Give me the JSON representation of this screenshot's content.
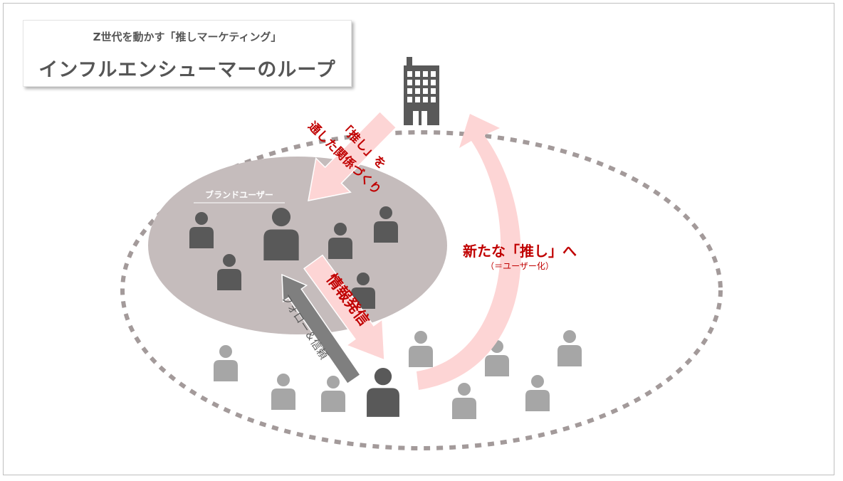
{
  "title": {
    "subtitle": "Z世代を動かす「推しマーケティング」",
    "main": "インフルエンシューマーのループ"
  },
  "labels": {
    "brand_users": "ブランドユーザー",
    "relationship_line1": "「推し」を",
    "relationship_line2": "通した関係づくり",
    "broadcast": "情報発信",
    "follow_trust": "フォロー＆信頼",
    "new_oshi": "新たな「推し」へ",
    "new_oshi_sub": "（＝ユーザー化）"
  },
  "colors": {
    "dark_person": "#595959",
    "light_person": "#a6a6a6",
    "pink": "#fdd5d5",
    "accent_red": "#c00000",
    "brand_area": "#c5bcbc",
    "gray_arrow": "#7f7f7f"
  }
}
